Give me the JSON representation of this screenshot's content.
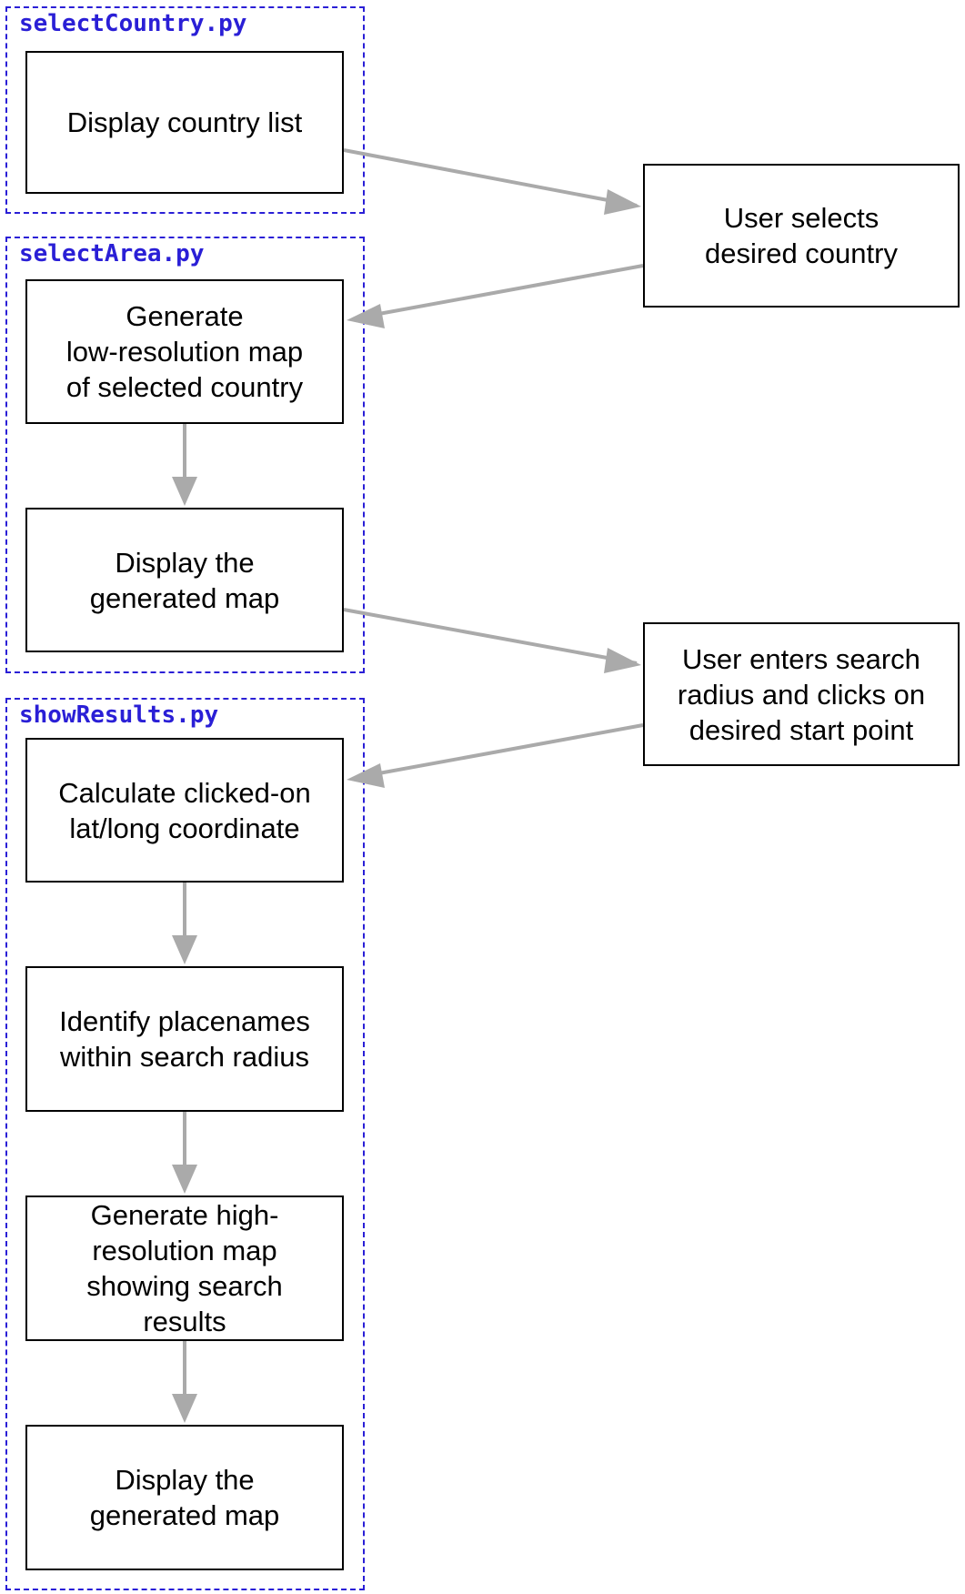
{
  "groups": {
    "select_country": {
      "label": "selectCountry.py"
    },
    "select_area": {
      "label": "selectArea.py"
    },
    "show_results": {
      "label": "showResults.py"
    }
  },
  "nodes": {
    "display_country_list": "Display country list",
    "user_selects_country": "User selects\ndesired country",
    "generate_low_res_map": "Generate\nlow-resolution map\nof selected country",
    "display_generated_map_1": "Display the\ngenerated map",
    "user_enters_radius": "User enters search\nradius and clicks on\ndesired start point",
    "calculate_coordinate": "Calculate clicked-on\nlat/long coordinate",
    "identify_placenames": "Identify placenames\nwithin search radius",
    "generate_high_res_map": "Generate high-\nresolution map\nshowing search\nresults",
    "display_generated_map_2": "Display the\ngenerated map"
  },
  "colors": {
    "group_border": "#2a1fd6",
    "arrow": "#aaaaaa",
    "node_border": "#000000"
  }
}
